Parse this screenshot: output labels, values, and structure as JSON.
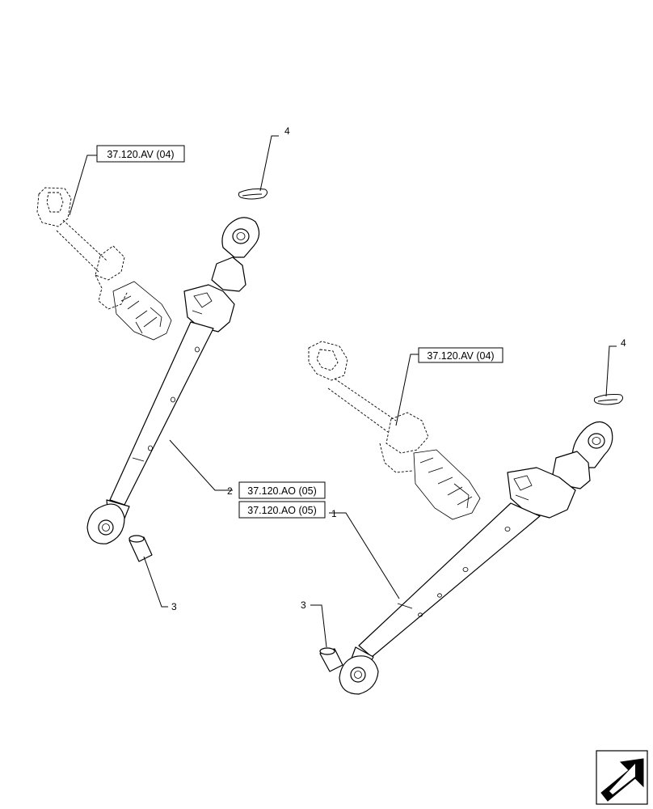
{
  "refs": [
    {
      "id": "ref_av_left",
      "text": "37.120.AV (04)"
    },
    {
      "id": "ref_av_right",
      "text": "37.120.AV (04)"
    },
    {
      "id": "ref_ao_upper",
      "text": "37.120.AO (05)"
    },
    {
      "id": "ref_ao_lower",
      "text": "37.120.AO (05)"
    }
  ],
  "callouts": {
    "item_1": "1",
    "item_2": "2",
    "item_3_left": "3",
    "item_3_right": "3",
    "item_4_left": "4",
    "item_4_right": "4"
  },
  "icons": {
    "nav": "arrow-back-icon"
  }
}
